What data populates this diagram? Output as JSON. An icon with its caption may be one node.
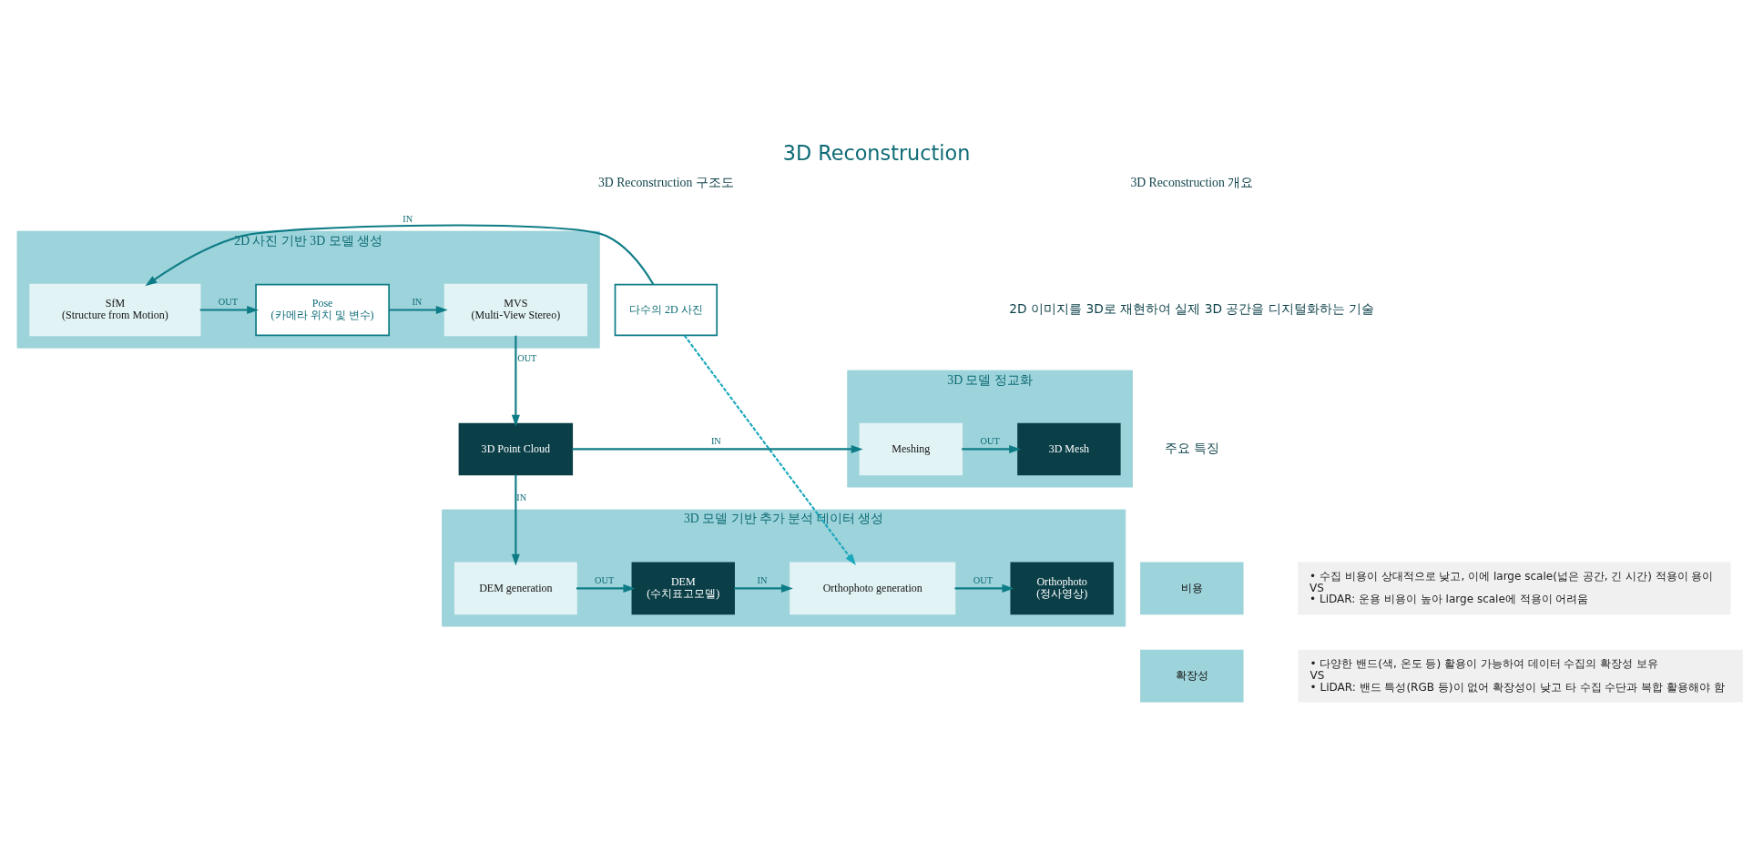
{
  "diagram": {
    "title": "3D Reconstruction",
    "nodes": [
      {
        "text": [
          "2D 사진 기반 3D 모델 생성"
        ]
      },
      {
        "text": [
          "다수의 2D 사진"
        ]
      },
      {
        "text": [
          "SfM",
          "(Structure from Motion)"
        ],
        "in": 0
      },
      {
        "text": [
          "Pose",
          "(카메라 위치 및 변수)"
        ],
        "in": 0
      },
      {
        "text": [
          "MVS",
          "(Multi-View Stereo)"
        ],
        "in": 0
      },
      {
        "text": [
          "3D 모델 정교화"
        ]
      },
      {
        "text": [
          "3D Mesh"
        ],
        "in": 5
      },
      {
        "text": [
          "Meshing"
        ],
        "in": 5
      },
      {
        "text": [
          "3D Point Cloud"
        ]
      },
      {
        "text": [
          "3D 모델 기반 추가 분석 데이터 생성"
        ]
      },
      {
        "text": [
          "Orthophoto",
          "(정사영상)"
        ],
        "in": 9
      },
      {
        "text": [
          "Orthophoto generation"
        ],
        "in": 9
      },
      {
        "text": [
          "DEM",
          "(수치표고모델)"
        ],
        "in": 9
      },
      {
        "text": [
          "DEM generation"
        ],
        "in": 9
      },
      {
        "text": [
          "비용"
        ]
      },
      {
        "text": [
          "• 수집 비용이 상대적으로 낮고, 이에 large scale(넓은 공간, 긴 시간) 적용이 용이",
          "VS",
          "• LiDAR: 운용 비용이 높아 large scale에 적용이 어려움"
        ]
      },
      {
        "text": [
          "확장성"
        ]
      },
      {
        "text": [
          "• 다양한 밴드(색, 온도 등) 활용이 가능하여 데이터 수집의 확장성 보유",
          "VS",
          "• LiDAR: 밴드 특성(RGB 등)이 없어 확장성이 낮고 타 수집 수단과 복합 활용해야 함"
        ]
      }
    ],
    "edges": [
      {
        "from": 1,
        "to": 2,
        "arrow": "to",
        "label": "IN"
      },
      {
        "from": 2,
        "to": 3,
        "arrow": "to",
        "label": "OUT"
      },
      {
        "from": 3,
        "to": 4,
        "arrow": "to",
        "label": "IN"
      },
      {
        "from": 4,
        "to": 8,
        "arrow": "to",
        "label": "OUT"
      },
      {
        "from": 8,
        "to": 7,
        "arrow": "to",
        "label": "IN"
      },
      {
        "from": 7,
        "to": 6,
        "arrow": "to",
        "label": "OUT"
      },
      {
        "from": 8,
        "to": 13,
        "arrow": "to",
        "label": "IN"
      },
      {
        "from": 13,
        "to": 12,
        "arrow": "to",
        "label": "OUT"
      },
      {
        "from": 12,
        "to": 11,
        "arrow": "to",
        "label": "IN"
      },
      {
        "from": 11,
        "to": 10,
        "arrow": "to",
        "label": "OUT"
      },
      {
        "from": 1,
        "to": 11,
        "arrow": "to",
        "style": "dashed",
        "color": "#1ba8bc"
      }
    ],
    "labels": [
      "3D Reconstruction 개요",
      "3D Reconstruction 구조도",
      "2D 이미지를 3D로 재현하여 실제 3D 공간을 디지털화하는 기술",
      "주요 특징"
    ]
  }
}
